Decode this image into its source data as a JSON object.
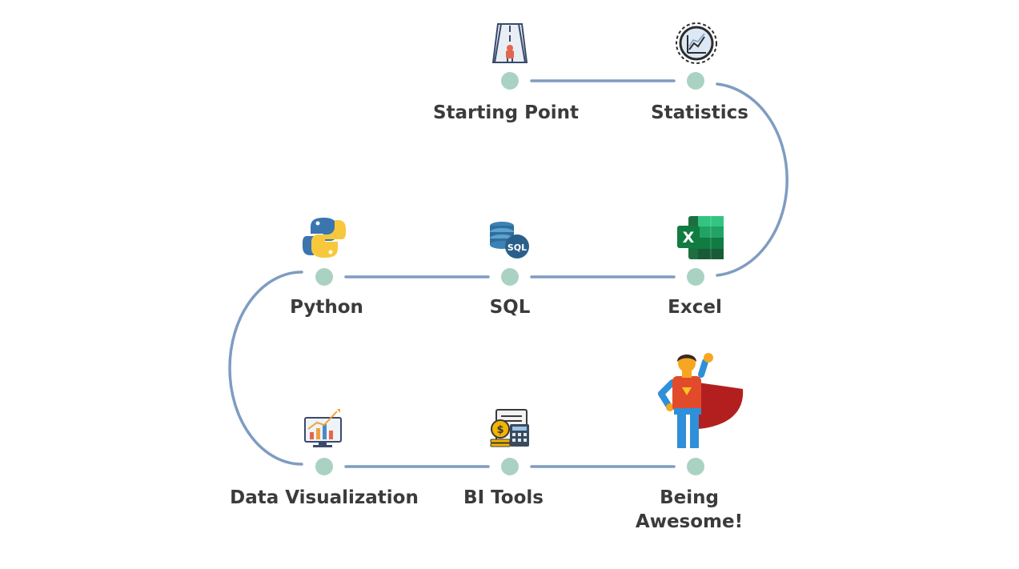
{
  "colors": {
    "path": "#7f9cc0",
    "node": "#a9d2c3",
    "text": "#3b3b3b"
  },
  "steps": [
    {
      "label": "Starting Point",
      "icon": "road-icon"
    },
    {
      "label": "Statistics",
      "icon": "statistics-chart-icon"
    },
    {
      "label": "Excel",
      "icon": "excel-icon"
    },
    {
      "label": "SQL",
      "icon": "sql-database-icon"
    },
    {
      "label": "Python",
      "icon": "python-icon"
    },
    {
      "label": "Data Visualization",
      "icon": "data-visualization-icon"
    },
    {
      "label": "BI Tools",
      "icon": "bi-tools-icon"
    },
    {
      "label": "Being",
      "label_line2": "Awesome!",
      "icon": "superhero-icon"
    }
  ]
}
